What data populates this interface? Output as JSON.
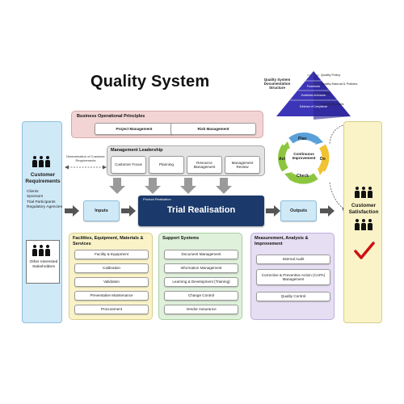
{
  "title": "Quality System",
  "pyramid": {
    "caption": "Quality System Documentation Structure",
    "levels": [
      "Quality Policy",
      "Quality Manual & Policies",
      "SOPs",
      "Quality Records"
    ],
    "inner_labels": [
      "Procedures",
      "Guidelines Instruction",
      "Evidence of Compliance"
    ]
  },
  "customer_requirements": {
    "heading": "Customer Requirements",
    "items": [
      "Clients",
      "Sponsors",
      "Trial Participants",
      "Regulatory Agencies"
    ],
    "stakeholders": "Other Interested Stakeholders"
  },
  "business": {
    "title": "Business Operational Principles",
    "buttons": [
      "Project Management",
      "Risk Management"
    ]
  },
  "determination": "Determination of Customer Requirements",
  "management": {
    "title": "Management Leadership",
    "buttons": [
      "Customer Focus",
      "Planning",
      "Resource Management",
      "Management Review"
    ]
  },
  "cycle": {
    "center": "Continuous Improvement",
    "steps": [
      "Plan",
      "Do",
      "Check",
      "Act"
    ]
  },
  "flow": {
    "inputs": "Inputs",
    "product_caption": "Product Realisation",
    "main": "Trial Realisation",
    "outputs": "Outputs"
  },
  "facilities": {
    "title": "Facilities, Equipment, Materials & Services",
    "buttons": [
      "Facility & Equipment",
      "Calibration",
      "Validation",
      "Preventative Maintenance",
      "Procurement"
    ]
  },
  "support": {
    "title": "Support Systems",
    "buttons": [
      "Document Management",
      "Information Management",
      "Learning & Development (Training)",
      "Change Control",
      "Vendor Assurance"
    ]
  },
  "measurement": {
    "title": "Measurement, Analysis & Improvement",
    "buttons": [
      "Internal Audit",
      "Corrective & Preventive Action (CAPA) Management",
      "Quality Control"
    ]
  },
  "customer_satisfaction": {
    "heading": "Customer Satisfaction",
    "check_color": "#cc1111"
  },
  "colors": {
    "navy": "#1b3a6b",
    "pyramid": "#3d35b8",
    "cycle_green": "#8cc63f",
    "cycle_blue": "#5aa0d8",
    "cycle_yellow": "#f1c232"
  }
}
